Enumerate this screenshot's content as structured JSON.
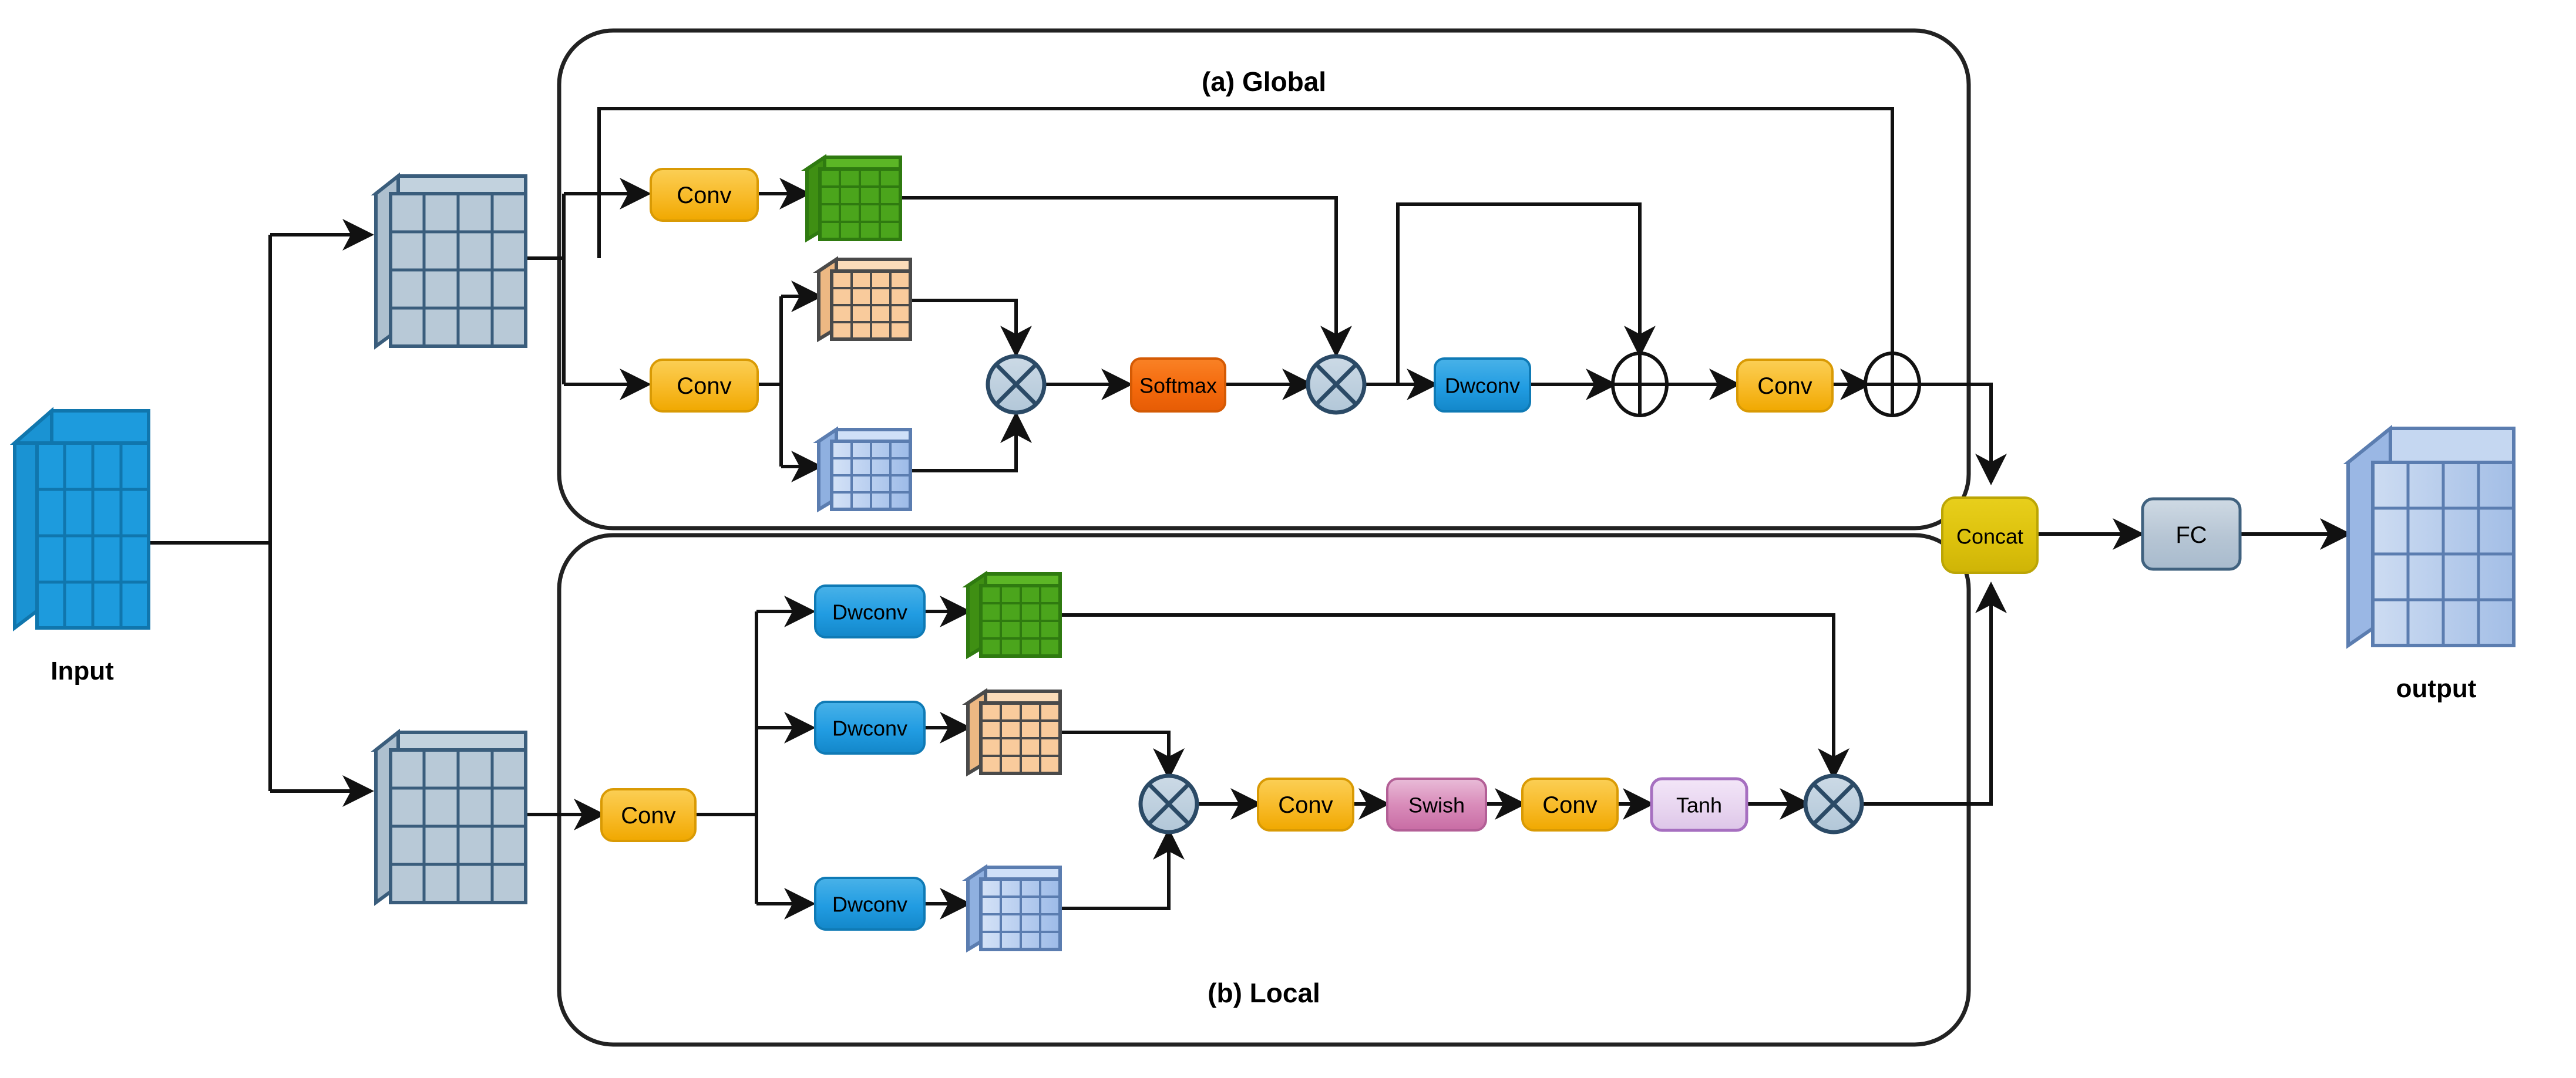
{
  "figure": {
    "panels": [
      {
        "id": "global",
        "label": "(a)  Global"
      },
      {
        "id": "local",
        "label": "(b)  Local"
      }
    ]
  },
  "endpoints": {
    "input": {
      "caption": "Input",
      "color": "#1d9bdd",
      "grid": "4x4"
    },
    "output": {
      "caption": "output",
      "color": "#a8c3e8",
      "grid": "4x4"
    }
  },
  "colors": {
    "conv": "#f6b41f",
    "dwconv": "#1e9be0",
    "softmax": "#f2690d",
    "swish": "#d98cba",
    "tanh": "#e7d4ef",
    "concat": "#e0c412",
    "fc": "#b6c5d4",
    "op_fill": "#bccfdd",
    "op_stroke": "#2b4a66",
    "feature_gray": "#b8c9d7",
    "feature_green": "#4ba51c",
    "feature_peach": "#f9cb9c",
    "feature_blue": "#9dbbe8",
    "line": "#1a1a1a",
    "panel_border": "#222222",
    "background": "#ffffff"
  },
  "global_branch": {
    "feature_in": {
      "name": "feature-map-gray",
      "color": "#b8c9d7"
    },
    "nodes": [
      {
        "id": "g-conv-q",
        "type": "block",
        "label": "Conv",
        "color": "#f6b41f"
      },
      {
        "id": "g-cube-g",
        "type": "cube",
        "label": "",
        "color": "#4ba51c"
      },
      {
        "id": "g-conv-kv",
        "type": "block",
        "label": "Conv",
        "color": "#f6b41f"
      },
      {
        "id": "g-cube-k",
        "type": "cube",
        "label": "",
        "color": "#f9cb9c"
      },
      {
        "id": "g-cube-v",
        "type": "cube",
        "label": "",
        "color": "#9dbbe8"
      },
      {
        "id": "g-mul-1",
        "type": "multiply",
        "label": "x",
        "color": "#bccfdd"
      },
      {
        "id": "g-softmax",
        "type": "block",
        "label": "Softmax",
        "color": "#f2690d"
      },
      {
        "id": "g-mul-2",
        "type": "multiply",
        "label": "x",
        "color": "#bccfdd"
      },
      {
        "id": "g-dwconv",
        "type": "block",
        "label": "Dwconv",
        "color": "#1e9be0"
      },
      {
        "id": "g-add-1",
        "type": "add",
        "label": "+",
        "color": "#ffffff"
      },
      {
        "id": "g-conv-out",
        "type": "block",
        "label": "Conv",
        "color": "#f6b41f"
      },
      {
        "id": "g-add-2",
        "type": "add",
        "label": "+",
        "color": "#ffffff"
      }
    ]
  },
  "local_branch": {
    "feature_in": {
      "name": "feature-map-gray",
      "color": "#b8c9d7"
    },
    "nodes": [
      {
        "id": "l-conv-in",
        "type": "block",
        "label": "Conv",
        "color": "#f6b41f"
      },
      {
        "id": "l-dw-1",
        "type": "block",
        "label": "Dwconv",
        "color": "#1e9be0"
      },
      {
        "id": "l-cube-g",
        "type": "cube",
        "label": "",
        "color": "#4ba51c"
      },
      {
        "id": "l-dw-2",
        "type": "block",
        "label": "Dwconv",
        "color": "#1e9be0"
      },
      {
        "id": "l-cube-k",
        "type": "cube",
        "label": "",
        "color": "#f9cb9c"
      },
      {
        "id": "l-dw-3",
        "type": "block",
        "label": "Dwconv",
        "color": "#1e9be0"
      },
      {
        "id": "l-cube-v",
        "type": "cube",
        "label": "",
        "color": "#9dbbe8"
      },
      {
        "id": "l-mul-1",
        "type": "multiply",
        "label": "x",
        "color": "#bccfdd"
      },
      {
        "id": "l-conv-1",
        "type": "block",
        "label": "Conv",
        "color": "#f6b41f"
      },
      {
        "id": "l-swish",
        "type": "block",
        "label": "Swish",
        "color": "#d98cba"
      },
      {
        "id": "l-conv-2",
        "type": "block",
        "label": "Conv",
        "color": "#f6b41f"
      },
      {
        "id": "l-tanh",
        "type": "block",
        "label": "Tanh",
        "color": "#e7d4ef"
      },
      {
        "id": "l-mul-2",
        "type": "multiply",
        "label": "x",
        "color": "#bccfdd"
      }
    ]
  },
  "merge": {
    "concat": {
      "label": "Concat",
      "color": "#e0c412"
    },
    "fc": {
      "label": "FC",
      "color": "#b6c5d4"
    }
  },
  "labels": {
    "conv": "Conv",
    "dwconv": "Dwconv",
    "softmax": "Softmax",
    "swish": "Swish",
    "tanh": "Tanh",
    "concat": "Concat",
    "fc": "FC",
    "input": "Input",
    "output": "output",
    "panel_a": "(a)  Global",
    "panel_b": "(b)  Local"
  }
}
